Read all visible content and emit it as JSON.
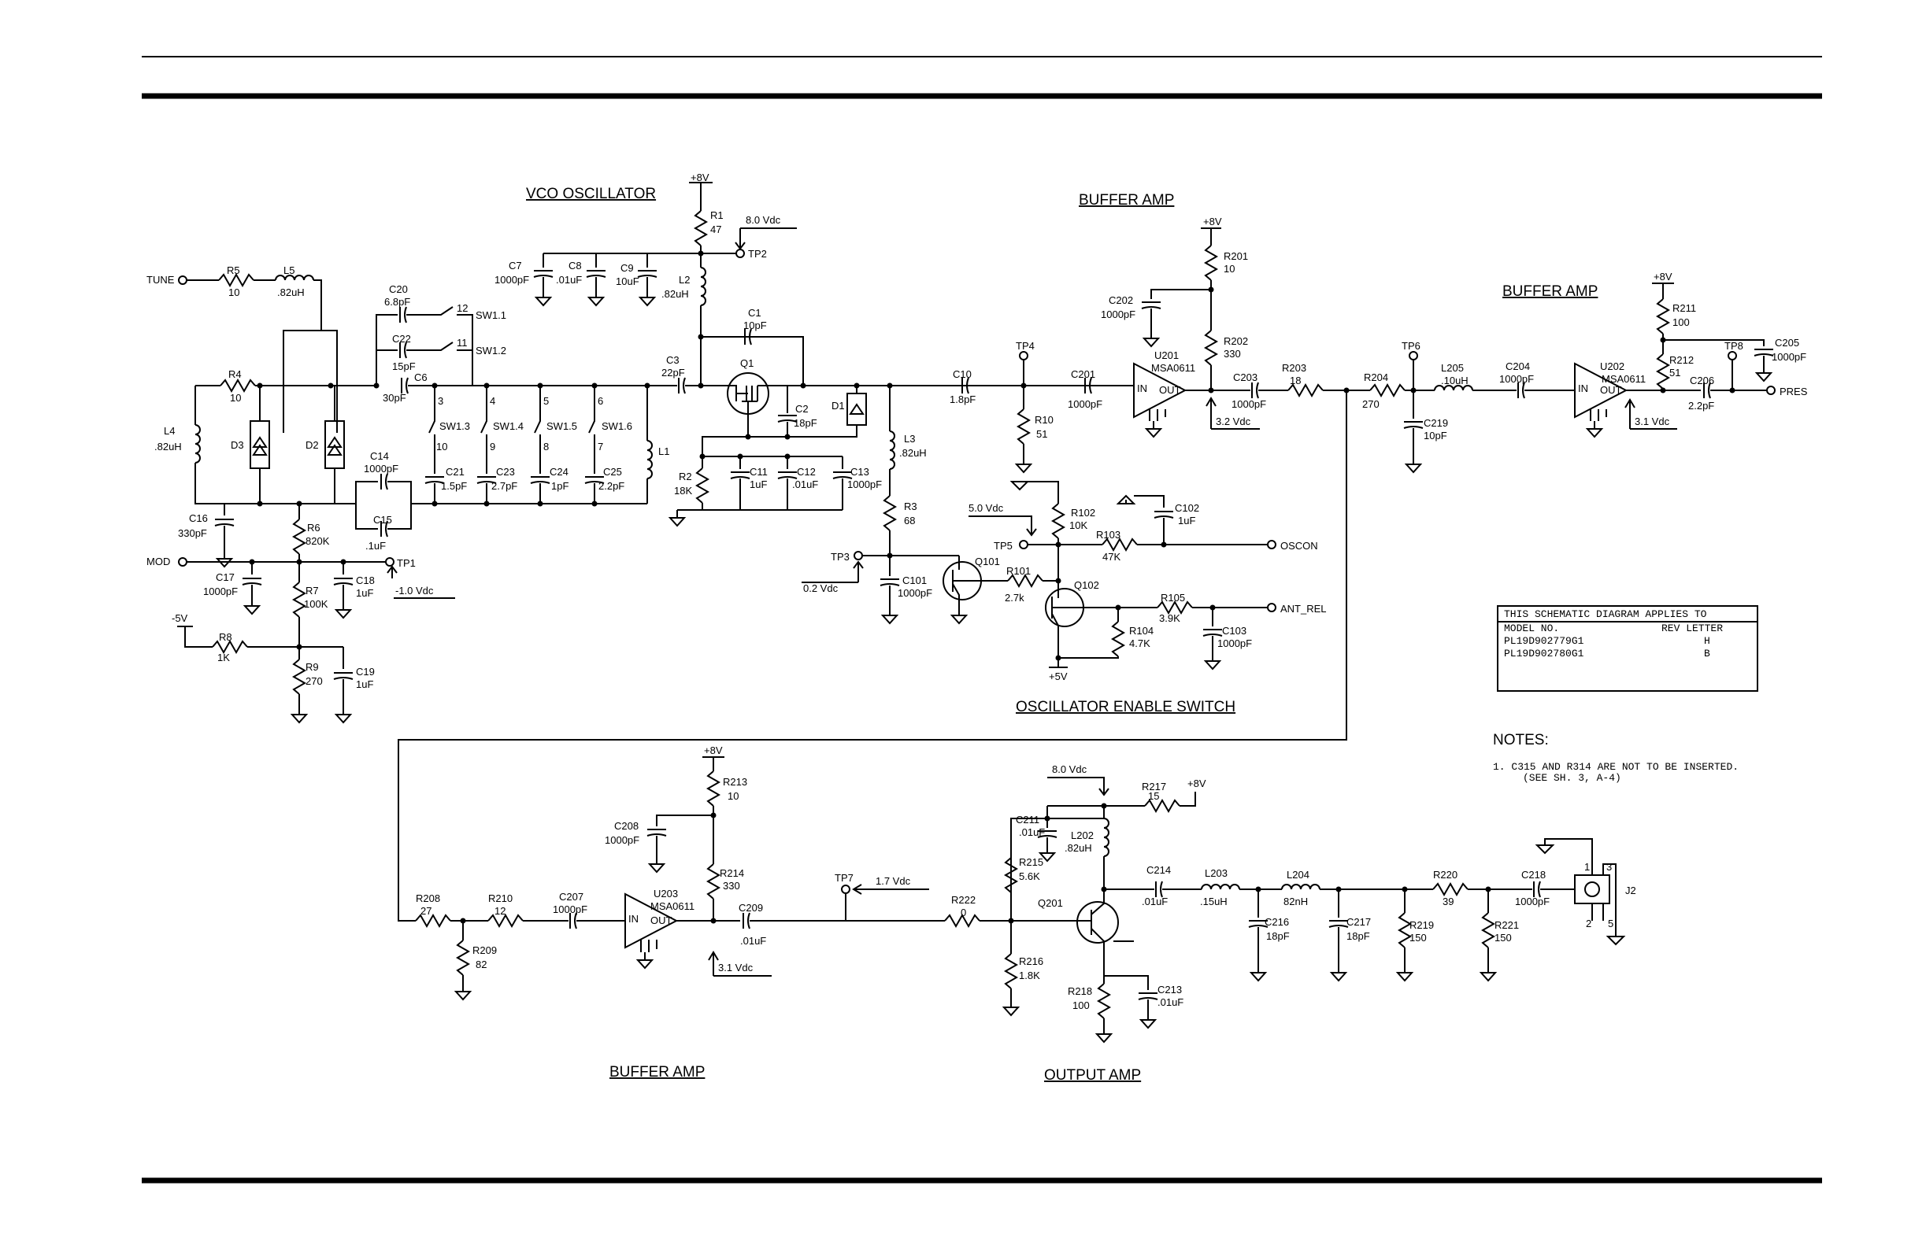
{
  "sections": {
    "vco": "VCO OSCILLATOR",
    "buffer1": "BUFFER AMP",
    "buffer2": "BUFFER AMP",
    "enable": "OSCILLATOR ENABLE SWITCH",
    "buffer3": "BUFFER AMP",
    "output": "OUTPUT AMP"
  },
  "ports": {
    "tune": "TUNE",
    "mod": "MOD",
    "oscon": "OSCON",
    "ant_rel": "ANT_REL",
    "pres": "PRES",
    "j2": "J2"
  },
  "test_points": {
    "tp1": "TP1",
    "tp2": "TP2",
    "tp3": "TP3",
    "tp4": "TP4",
    "tp5": "TP5",
    "tp6": "TP6",
    "tp7": "TP7",
    "tp8": "TP8"
  },
  "voltages": {
    "tp2": "8.0 Vdc",
    "tp1": "-1.0 Vdc",
    "tp3": "0.2 Vdc",
    "u201": "3.2 Vdc",
    "tp5": "5.0 Vdc",
    "u202": "3.1 Vdc",
    "u203": "3.1 Vdc",
    "tp7": "1.7 Vdc",
    "q201": "8.0 Vdc"
  },
  "rails": {
    "p8_r1": "+8V",
    "p8_r201": "+8V",
    "p8_r211": "+8V",
    "p8_r213": "+8V",
    "p8_r217": "+8V",
    "p5_q102": "+5V",
    "m5": "-5V"
  },
  "vco_parts": {
    "r5": [
      "R5",
      "10"
    ],
    "l5": [
      "L5",
      ".82uH"
    ],
    "r4": [
      "R4",
      "10"
    ],
    "l4": [
      "L4",
      ".82uH"
    ],
    "d3": "D3",
    "d2": "D2",
    "c16": [
      "C16",
      "330pF"
    ],
    "r6": [
      "R6",
      "820K"
    ],
    "c17": [
      "C17",
      "1000pF"
    ],
    "c18": [
      "C18",
      "1uF"
    ],
    "r7": [
      "R7",
      "100K"
    ],
    "r8": [
      "R8",
      "1K"
    ],
    "r9": [
      "R9",
      "270"
    ],
    "c19": [
      "C19",
      "1uF"
    ],
    "c14": [
      "C14",
      "1000pF"
    ],
    "c15": [
      "C15",
      ".1uF"
    ],
    "c20": [
      "C20",
      "6.8pF"
    ],
    "c22": [
      "C22",
      "15pF"
    ],
    "c6": [
      "C6",
      "30pF"
    ],
    "sw11": "SW1.1",
    "sw12": "SW1.2",
    "sw13": "SW1.3",
    "sw14": "SW1.4",
    "sw15": "SW1.5",
    "sw16": "SW1.6",
    "c21": [
      "C21",
      "1.5pF"
    ],
    "c23": [
      "C23",
      "2.7pF"
    ],
    "c24": [
      "C24",
      "1pF"
    ],
    "c25": [
      "C25",
      "2.2pF"
    ],
    "l1": "L1",
    "c7": [
      "C7",
      "1000pF"
    ],
    "c8": [
      "C8",
      ".01uF"
    ],
    "c9": [
      "C9",
      "10uF"
    ],
    "r1": [
      "R1",
      "47"
    ],
    "l2": [
      "L2",
      ".82uH"
    ],
    "c3": [
      "C3",
      "22pF"
    ],
    "q1": "Q1",
    "c1": [
      "C1",
      "10pF"
    ],
    "c2": [
      "C2",
      "18pF"
    ],
    "d1": "D1",
    "r2": [
      "R2",
      "18K"
    ],
    "c11": [
      "C11",
      "1uF"
    ],
    "c12": [
      "C12",
      ".01uF"
    ],
    "c13": [
      "C13",
      "1000pF"
    ],
    "l3": [
      "L3",
      ".82uH"
    ],
    "r3": [
      "R3",
      "68"
    ],
    "c10": [
      "C10",
      "1.8pF"
    ]
  },
  "buffer_parts": {
    "c201": [
      "C201",
      "1000pF"
    ],
    "r10": [
      "R10",
      "51"
    ],
    "u201": [
      "U201",
      "MSA0611"
    ],
    "r201": [
      "R201",
      "10"
    ],
    "c202": [
      "C202",
      "1000pF"
    ],
    "r202": [
      "R202",
      "330"
    ],
    "c203": [
      "C203",
      "1000pF"
    ],
    "r203": [
      "R203",
      "18"
    ],
    "r204": [
      "R204",
      "270"
    ],
    "c219": [
      "C219",
      "10pF"
    ],
    "l205": [
      "L205",
      ".10uH"
    ],
    "c204": [
      "C204",
      "1000pF"
    ],
    "u202": [
      "U202",
      "MSA0611"
    ],
    "r211": [
      "R211",
      "100"
    ],
    "r212": [
      "R212",
      "51"
    ],
    "c205": [
      "C205",
      "1000pF"
    ],
    "c206": [
      "C206",
      "2.2pF"
    ]
  },
  "enable_parts": {
    "c101": [
      "C101",
      "1000pF"
    ],
    "q101": "Q101",
    "r101": [
      "R101",
      "2.7k"
    ],
    "r102": [
      "R102",
      "10K"
    ],
    "c102": [
      "C102",
      "1uF"
    ],
    "r103": [
      "R103",
      "47K"
    ],
    "q102": "Q102",
    "r105": [
      "R105",
      "3.9K"
    ],
    "c103": [
      "C103",
      "1000pF"
    ],
    "r104": [
      "R104",
      "4.7K"
    ]
  },
  "bottom_parts": {
    "r208": [
      "R208",
      "27"
    ],
    "r209": [
      "R209",
      "82"
    ],
    "r210": [
      "R210",
      "12"
    ],
    "c207": [
      "C207",
      "1000pF"
    ],
    "u203": [
      "U203",
      "MSA0611"
    ],
    "r213": [
      "R213",
      "10"
    ],
    "c208": [
      "C208",
      "1000pF"
    ],
    "r214": [
      "R214",
      "330"
    ],
    "c209": [
      "C209",
      ".01uF"
    ],
    "r222": [
      "R222",
      "0"
    ],
    "r215": [
      "R215",
      "5.6K"
    ],
    "r216": [
      "R216",
      "1.8K"
    ],
    "c211": [
      "C211",
      ".01uF"
    ],
    "l202": [
      "L202",
      ".82uH"
    ],
    "r217": [
      "R217",
      "15"
    ],
    "q201": "Q201",
    "r218": [
      "R218",
      "100"
    ],
    "c213": [
      "C213",
      ".01uF"
    ],
    "c214": [
      "C214",
      ".01uF"
    ],
    "l203": [
      "L203",
      ".15uH"
    ],
    "l204": [
      "L204",
      "82nH"
    ],
    "c216": [
      "C216",
      "18pF"
    ],
    "c217": [
      "C217",
      "18pF"
    ],
    "r219": [
      "R219",
      "150"
    ],
    "r220": [
      "R220",
      "39"
    ],
    "r221": [
      "R221",
      "150"
    ],
    "c218": [
      "C218",
      "1000pF"
    ]
  },
  "table": {
    "title": "THIS SCHEMATIC DIAGRAM APPLIES TO",
    "col_model": "MODEL NO.",
    "col_rev": "REV LETTER",
    "rows": [
      {
        "model": "PL19D902779G1",
        "rev": "H"
      },
      {
        "model": "PL19D902780G1",
        "rev": "B"
      }
    ]
  },
  "notes": {
    "heading": "NOTES:",
    "line1": "1. C315 AND R314 ARE NOT TO BE INSERTED.",
    "line2": "(SEE SH. 3, A-4)"
  }
}
